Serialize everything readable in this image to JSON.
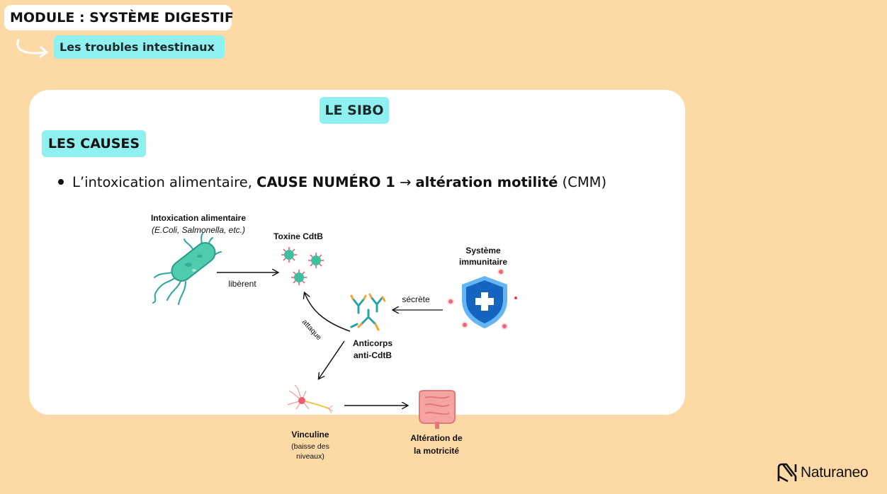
{
  "module_title": "MODULE : SYSTÈME DIGESTIF",
  "subtitle": "Les troubles intestinaux",
  "section_title": "LE SIBO",
  "section_heading": "LES CAUSES",
  "bullet": {
    "text_regular": "L’intoxication alimentaire, ",
    "text_bold": "CAUSE NUMÉRO 1",
    "arrow": " → ",
    "text_bold2": "altération motilité",
    "text_end": " (CMM)"
  },
  "diagram": {
    "food_poisoning_title": "Intoxication alimentaire",
    "food_poisoning_examples": "(E.Coli, Salmonella, etc.)",
    "toxin": "Toxine CdtB",
    "release_label": "libèrent",
    "immune_system_line1": "Système",
    "immune_system_line2": "immunitaire",
    "secretes_label": "sécrète",
    "attack_label": "attaque",
    "antibodies_line1": "Anticorps",
    "antibodies_line2": "anti-CdtB",
    "vinculin_title": "Vinculine",
    "vinculin_note_line1": "(baisse des",
    "vinculin_note_line2": "niveaux)",
    "motility_line1": "Altération de",
    "motility_line2": "la motricité"
  },
  "brand": "Naturaneo",
  "colors": {
    "background": "#fdd9a6",
    "accent_pill": "#8ff0f0",
    "card": "#ffffff",
    "bacteria": "#3bbfa3",
    "shield": "#1565c0",
    "intestine": "#f08a8a"
  },
  "icons": [
    "bacteria-icon",
    "toxin-virus-icon",
    "shield-cross-icon",
    "antibody-icon",
    "neuron-icon",
    "intestine-icon",
    "naturaneo-logo-icon",
    "curved-arrow-icon"
  ]
}
